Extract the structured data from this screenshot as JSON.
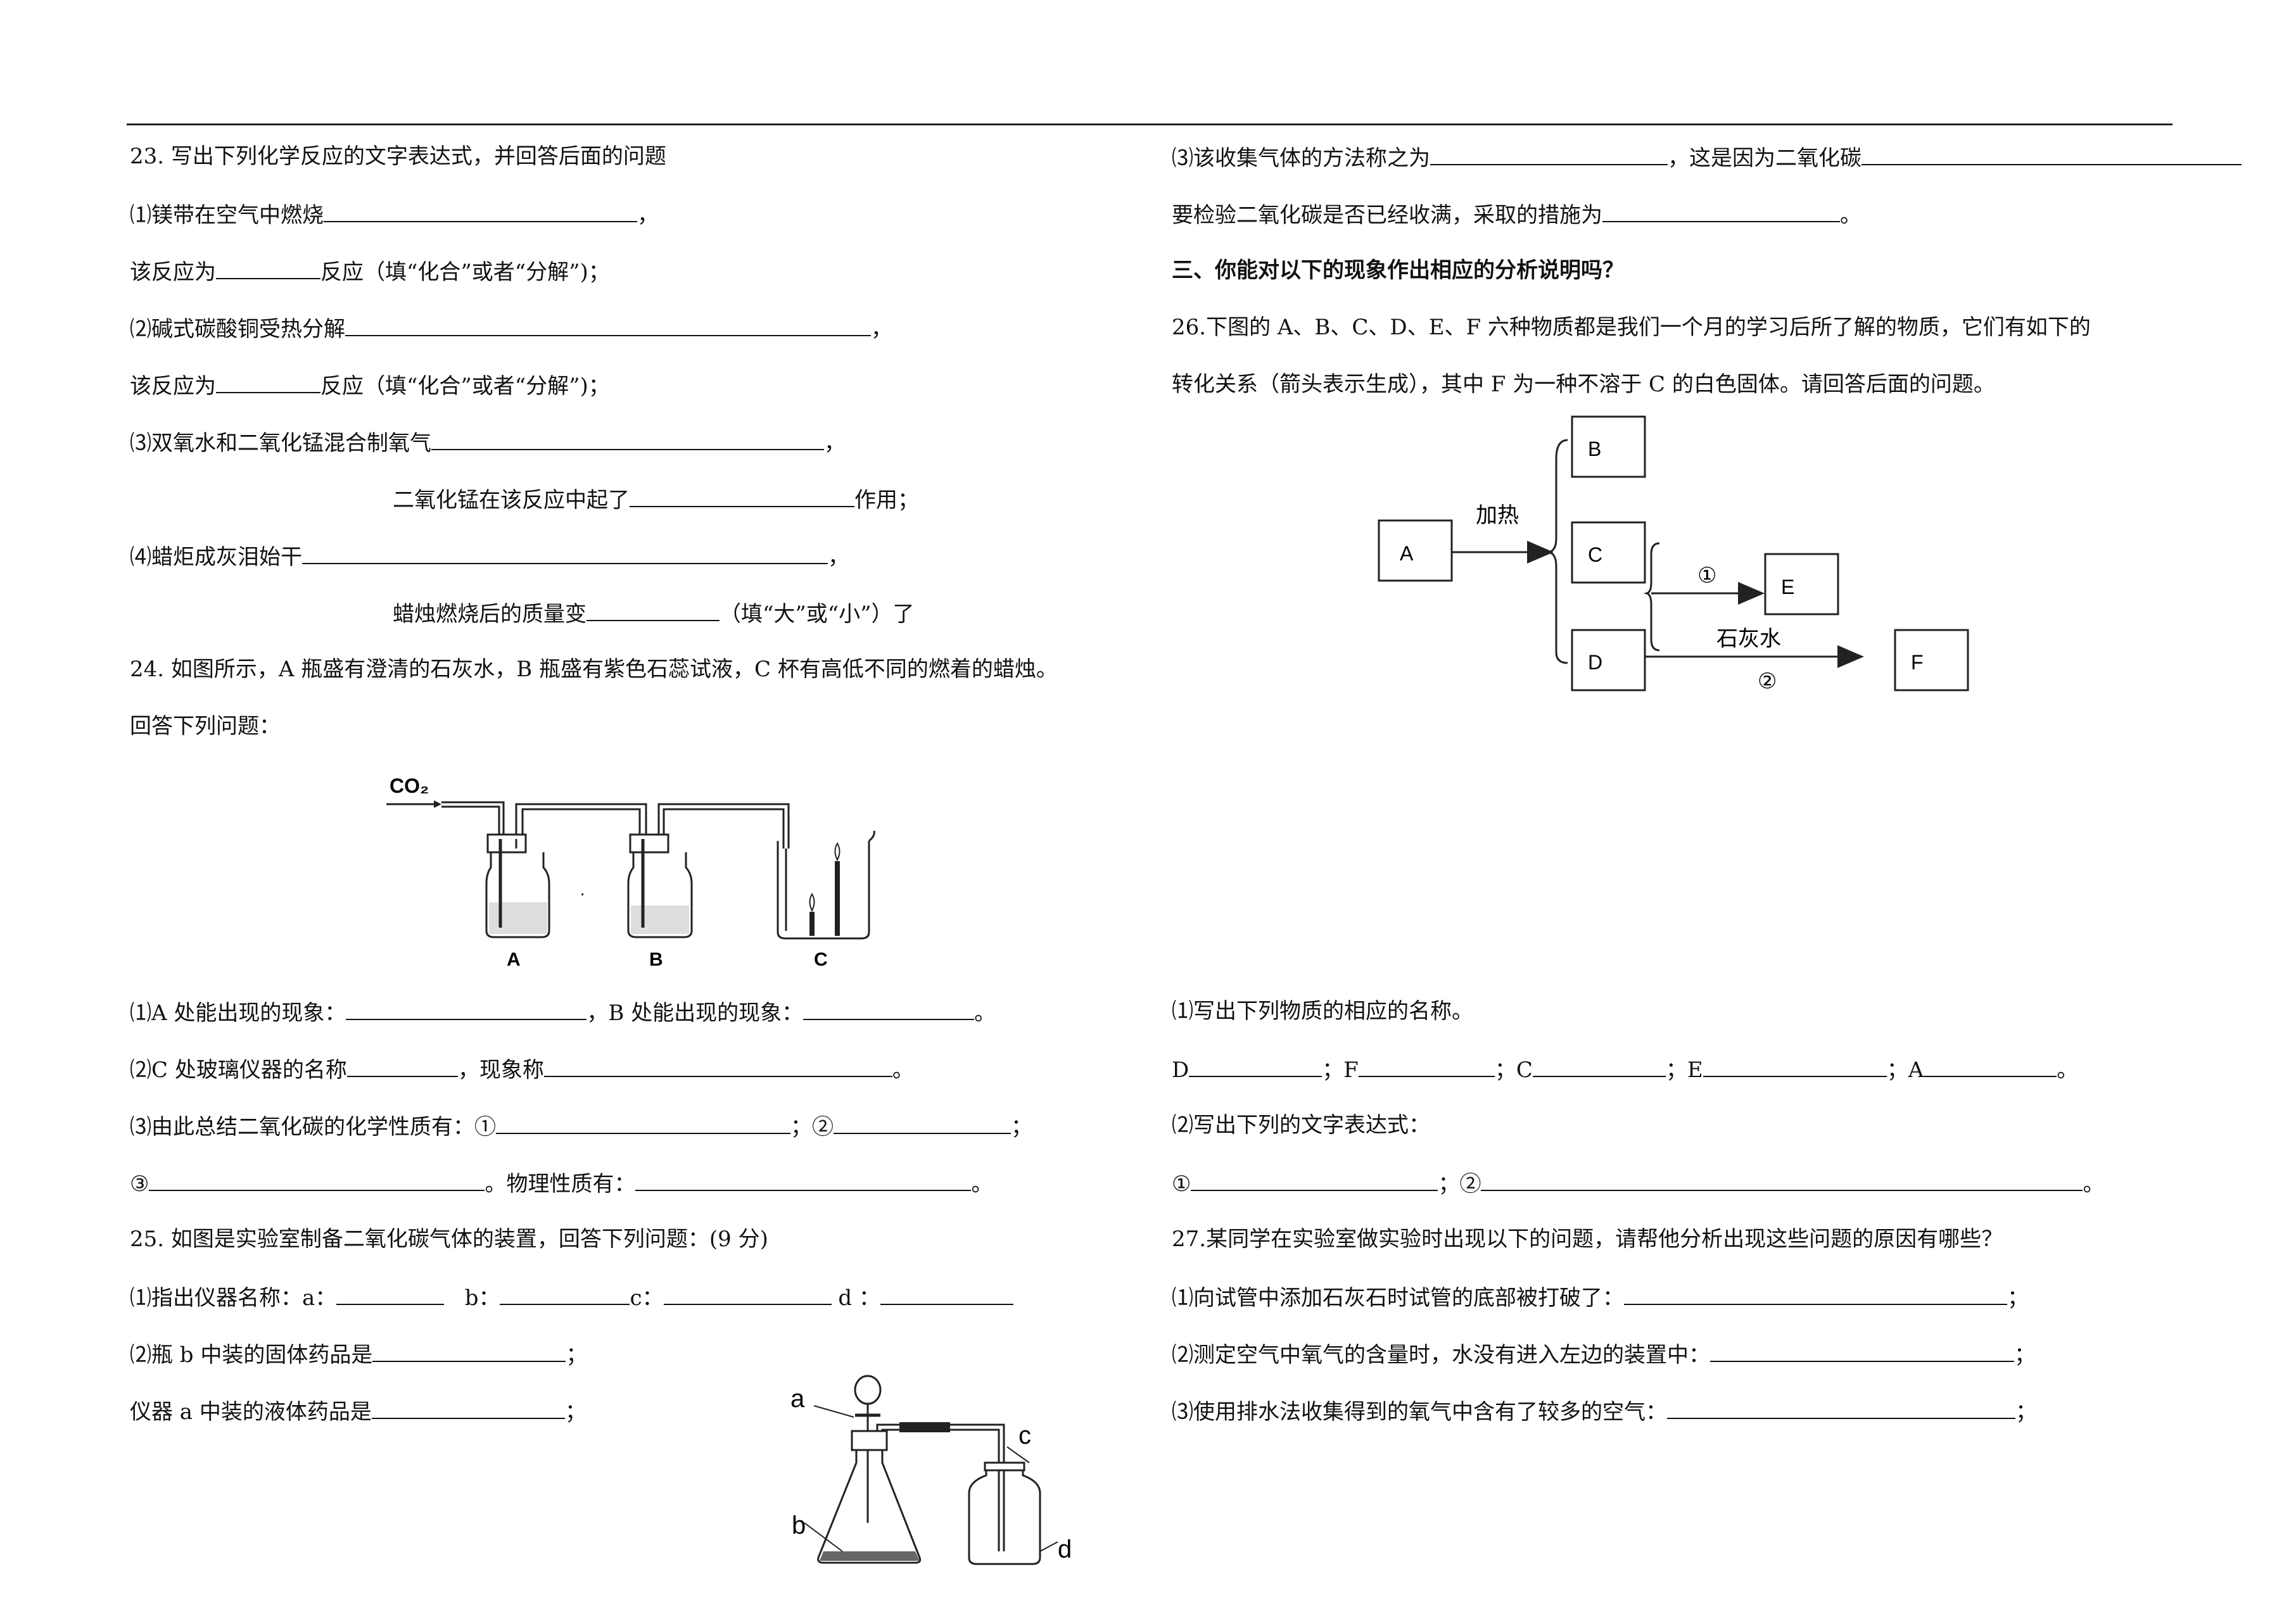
{
  "left": {
    "q23": {
      "title": "23.  写出下列化学反应的文字表达式，并回答后面的问题",
      "p1": "⑴镁带在空气中燃烧",
      "comma": "，",
      "type_prefix": "该反应为",
      "type_suffix": "反应（填“化合”或者“分解”)；",
      "p2": "⑵碱式碳酸铜受热分解",
      "p3": "⑶双氧水和二氧化锰混合制氧气",
      "p3b_prefix": "二氧化锰在该反应中起了",
      "p3b_suffix": "作用；",
      "p4": "⑷蜡炬成灰泪始干",
      "p4b_prefix": "蜡烛燃烧后的质量变",
      "p4b_suffix": "（填“大”或“小”）了"
    },
    "q24": {
      "title": "24.  如图所示，A 瓶盛有澄清的石灰水，B 瓶盛有紫色石蕊试液，C 杯有高低不同的燃着的蜡烛。",
      "title2": "回答下列问题：",
      "fig": {
        "co2": "CO₂",
        "a": "A",
        "b": "B",
        "c": "C",
        "dot": "·"
      },
      "s1a": "⑴A 处能出现的现象：",
      "s1b": "，B 处能出现的现象：",
      "s1c": "。",
      "s2a": "⑵C 处玻璃仪器的名称",
      "s2b": "，现象称",
      "s2c": "。",
      "s3a": "⑶由此总结二氧化碳的化学性质有：①",
      "s3b": "；②",
      "s3c": "；",
      "s4a": "③",
      "s4b": "。物理性质有：",
      "s4c": "。"
    },
    "q25": {
      "title": "25.  如图是实验室制备二氧化碳气体的装置，回答下列问题：(9 分)",
      "s1a": "⑴指出仪器名称：a：",
      "s1b": "b：",
      "s1c": "c：",
      "s1d": "d ：",
      "s2a": "⑵瓶 b 中装的固体药品是",
      "semi": "；",
      "s3a": "仪器 a 中装的液体药品是",
      "fig": {
        "a": "a",
        "b": "b",
        "c": "c",
        "d": "d"
      }
    }
  },
  "right": {
    "q25cont": {
      "l1a": "⑶该收集气体的方法称之为",
      "l1b": "，这是因为二氧化碳",
      "l2a": "要检验二氧化碳是否已经收满，采取的措施为",
      "l2b": "。"
    },
    "section3": "三、你能对以下的现象作出相应的分析说明吗？",
    "q26": {
      "title": "26.下图的 A、B、C、D、E、F 六种物质都是我们一个月的学习后所了解的物质，它们有如下的",
      "title2": "转化关系（箭头表示生成），其中 F 为一种不溶于 C 的白色固体。请回答后面的问题。",
      "diagram": {
        "a": "A",
        "b": "B",
        "c": "C",
        "d": "D",
        "e": "E",
        "f": "F",
        "heat": "加热",
        "limewater": "石灰水",
        "n1": "①",
        "n2": "②"
      },
      "s1": "⑴写出下列物质的相应的名称。",
      "s2_d": "D",
      "s2_f": "；F",
      "s2_c": "；C",
      "s2_e": "；E",
      "s2_a": "；A",
      "s2_end": "。",
      "s3": "⑵写出下列的文字表达式：",
      "s4a": "①",
      "s4b": "；②",
      "s4c": "。"
    },
    "q27": {
      "title": "27.某同学在实验室做实验时出现以下的问题，请帮他分析出现这些问题的原因有哪些？",
      "s1": "⑴向试管中添加石灰石时试管的底部被打破了：",
      "s2": "⑵测定空气中氧气的含量时，水没有进入左边的装置中：",
      "s3": "⑶使用排水法收集得到的氧气中含有了较多的空气：",
      "semi": "；"
    }
  }
}
